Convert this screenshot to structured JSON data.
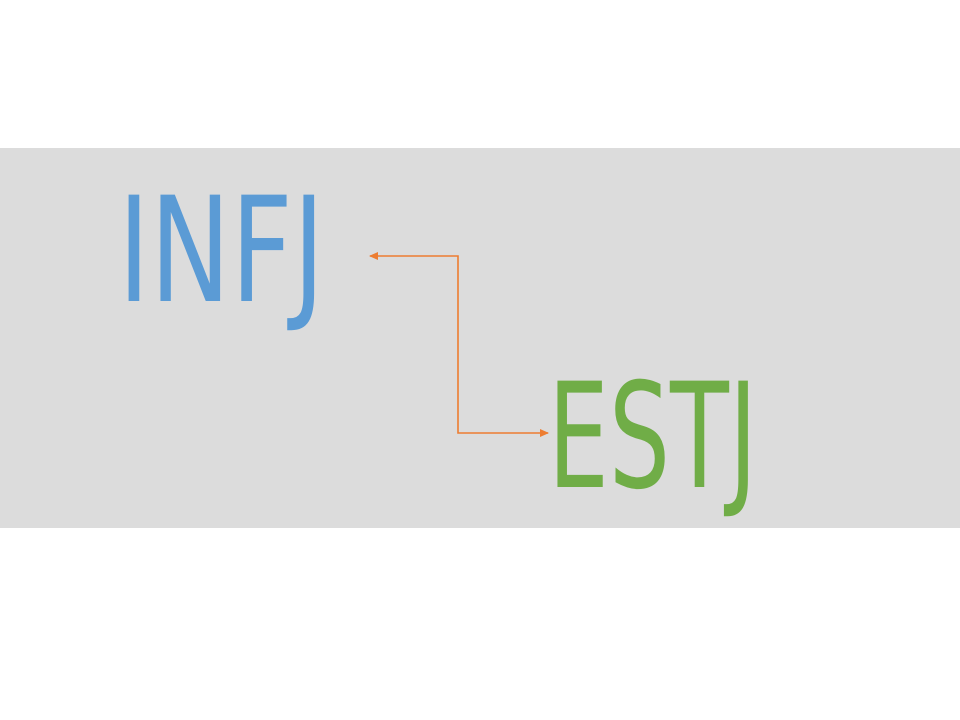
{
  "diagram": {
    "nodes": [
      {
        "id": "infj",
        "label": "INFJ",
        "color": "#5b9bd5"
      },
      {
        "id": "estj",
        "label": "ESTJ",
        "color": "#70ad47"
      }
    ],
    "connector": {
      "from": "estj",
      "to": "infj",
      "style": "elbow",
      "arrowheads": "both",
      "color": "#ed7d31"
    },
    "background_band_color": "#dcdcdc"
  }
}
